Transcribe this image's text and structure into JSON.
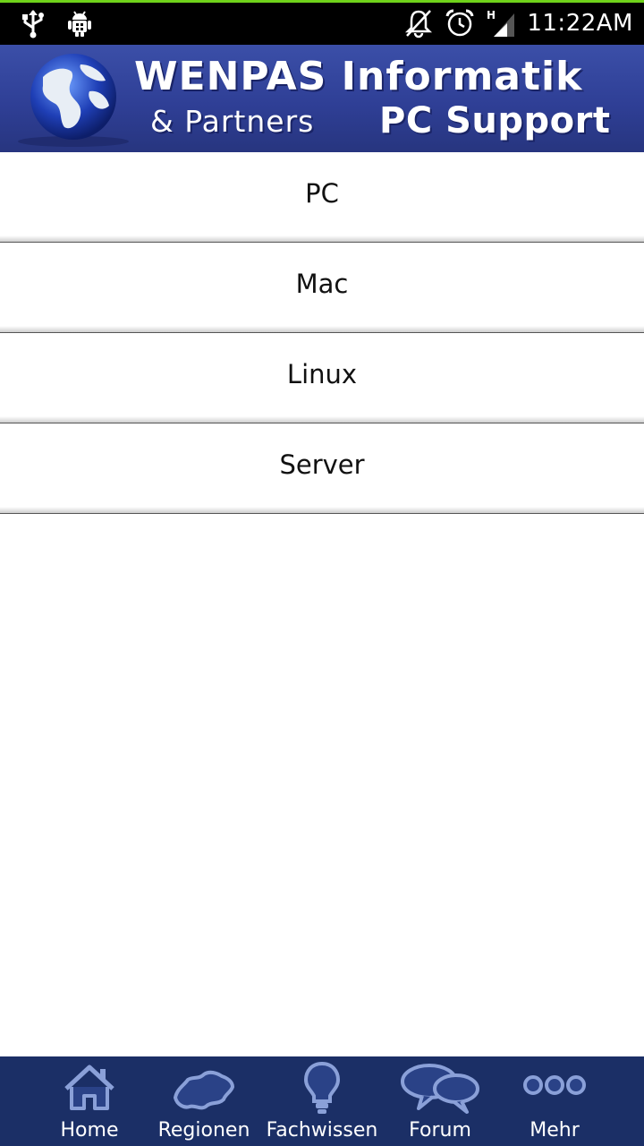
{
  "status_bar": {
    "time": "11:22AM",
    "icons_left": [
      "usb-icon",
      "android-debug-icon"
    ],
    "icons_right": [
      "bell-muted-icon",
      "alarm-clock-icon",
      "signal-h-icon"
    ]
  },
  "banner": {
    "line1": "WENPAS Informatik",
    "line2a": "& Partners",
    "line2b": "PC Support",
    "background": "#2f3f96"
  },
  "menu": {
    "items": [
      {
        "label": "PC"
      },
      {
        "label": "Mac"
      },
      {
        "label": "Linux"
      },
      {
        "label": "Server"
      }
    ]
  },
  "tabbar": {
    "background": "#1b2f66",
    "items": [
      {
        "label": "Home",
        "icon": "home-icon"
      },
      {
        "label": "Regionen",
        "icon": "switzerland-map-icon"
      },
      {
        "label": "Fachwissen",
        "icon": "lightbulb-icon"
      },
      {
        "label": "Forum",
        "icon": "speech-bubbles-icon"
      },
      {
        "label": "Mehr",
        "icon": "more-dots-icon"
      }
    ]
  }
}
